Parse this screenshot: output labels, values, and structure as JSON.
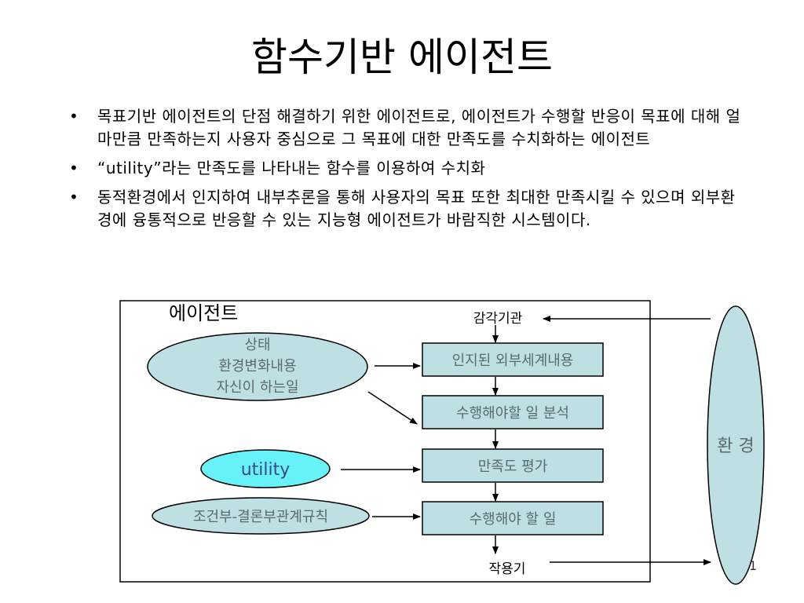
{
  "slide": {
    "title": "함수기반 에이전트",
    "page_number": "1"
  },
  "bullets": [
    "목표기반 에이전트의 단점 해결하기 위한 에이전트로, 에이전트가 수행할 반응이 목표에 대해 얼마만큼 만족하는지 사용자 중심으로 그 목표에 대한 만족도를 수치화하는 에이전트",
    "“utility”라는 만족도를 나타내는 함수를 이용하여 수치화",
    "동적환경에서 인지하여 내부추론을 통해 사용자의 목표 또한 최대한 만족시킬 수 있으며 외부환경에 융통적으로 반응할 수 있는 지능형 에이전트가 바람직한 시스템이다."
  ],
  "diagram": {
    "agent_label": "에이전트",
    "sensor_label": "감각기관",
    "actuator_label": "작용기",
    "environment_label": "환 경",
    "state_lines": [
      "상태",
      "환경변화내용",
      "자신이 하는일"
    ],
    "utility_label": "utility",
    "rules_label": "조건부-결론부관계규칙",
    "boxes": {
      "perceived": "인지된 외부세계내용",
      "analysis": "수행해야할 일 분석",
      "satisfaction": "만족도 평가",
      "action": "수행해야 할 일"
    },
    "colors": {
      "box_fill": "#bfe0e3",
      "utility_fill": "#66f2f7",
      "box_text": "#5a6a6c",
      "line": "#000000"
    }
  }
}
